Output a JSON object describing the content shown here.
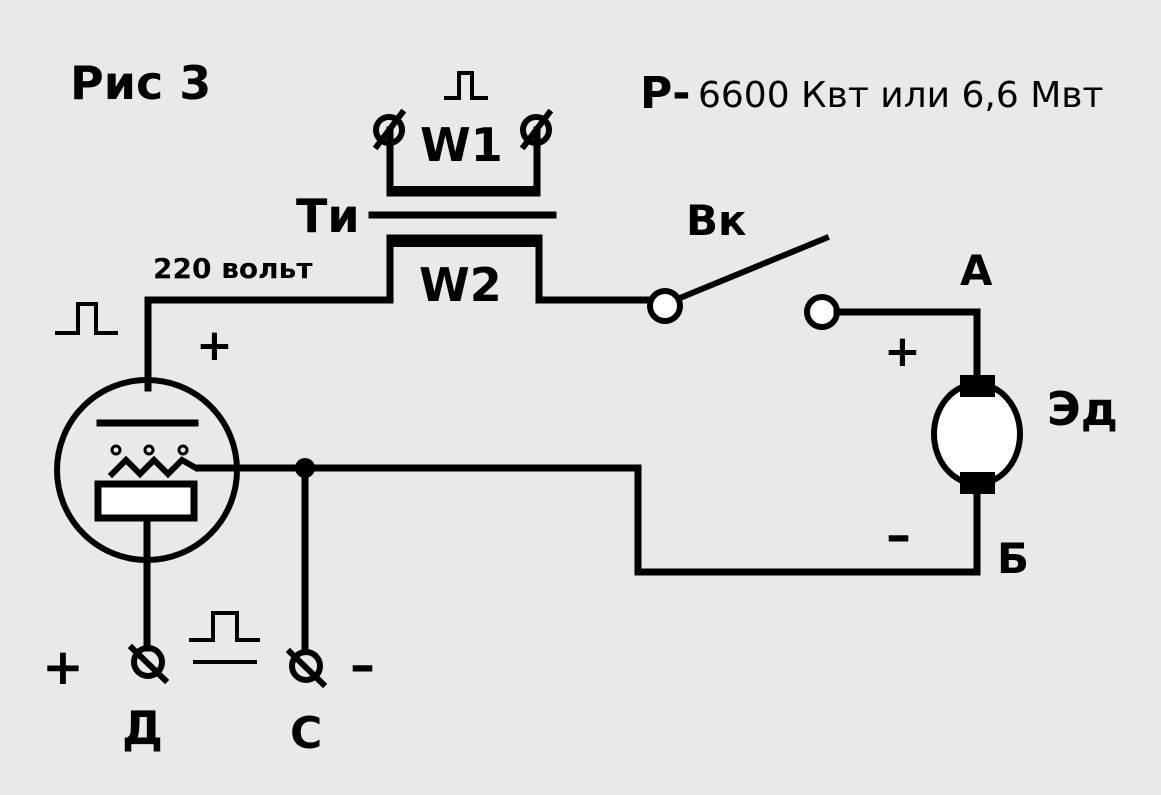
{
  "figure": {
    "title": "Рис 3",
    "power_prefix": "Р-",
    "power_value": "6600 Квт или 6,6 Мвт"
  },
  "labels": {
    "transformer": "Ти",
    "winding_primary": "W1",
    "winding_secondary": "W2",
    "voltage": "220 вольт",
    "switch": "Вк",
    "motor": "Эд",
    "motor_terminal_top": "А",
    "motor_terminal_bottom": "Б",
    "terminal_d": "Д",
    "terminal_c": "С"
  },
  "signs": {
    "plus": "+",
    "minus": "–"
  },
  "colors": {
    "background": "#e9e9e9",
    "line": "#000000"
  },
  "icons": [
    "pulse-icon",
    "terminal-screw-icon",
    "vacuum-tube-icon",
    "motor-icon",
    "switch-icon"
  ]
}
